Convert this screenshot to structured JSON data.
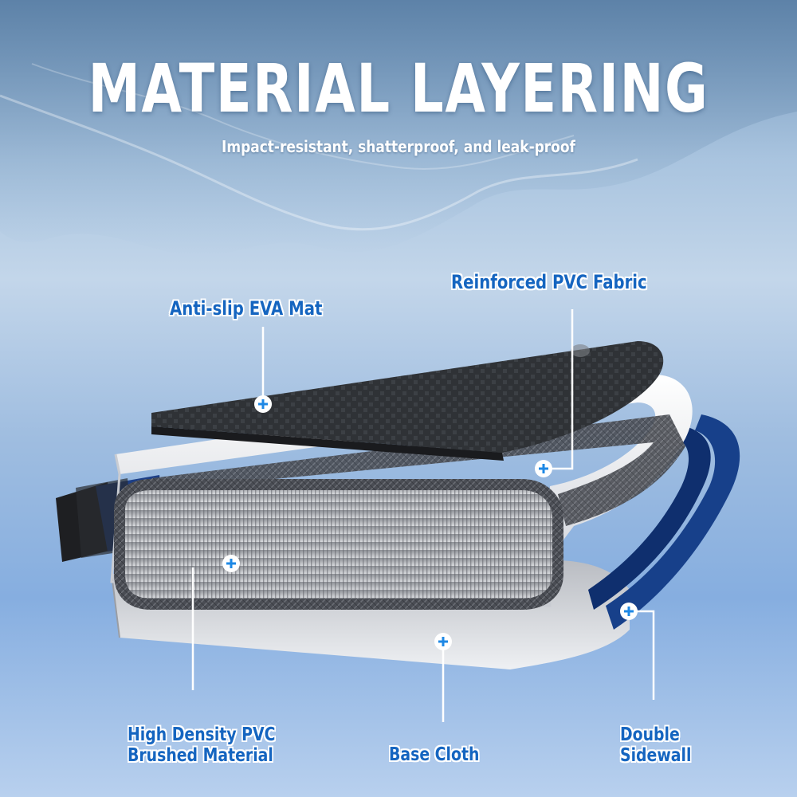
{
  "header": {
    "title": "MATERIAL LAYERING",
    "subtitle": "Impact-resistant, shatterproof, and leak-proof"
  },
  "callouts": {
    "eva_mat": "Anti-slip EVA Mat",
    "pvc_fabric": "Reinforced PVC Fabric",
    "brushed_line1": "High Density PVC",
    "brushed_line2": "Brushed Material",
    "base_cloth": "Base Cloth",
    "sidewall_line1": "Double",
    "sidewall_line2": "Sidewall"
  },
  "colors": {
    "accent": "#1565c0",
    "marker": "#1e88e5",
    "sidewall": "#17408a"
  },
  "icons": {
    "marker": "plus-marker-icon"
  }
}
